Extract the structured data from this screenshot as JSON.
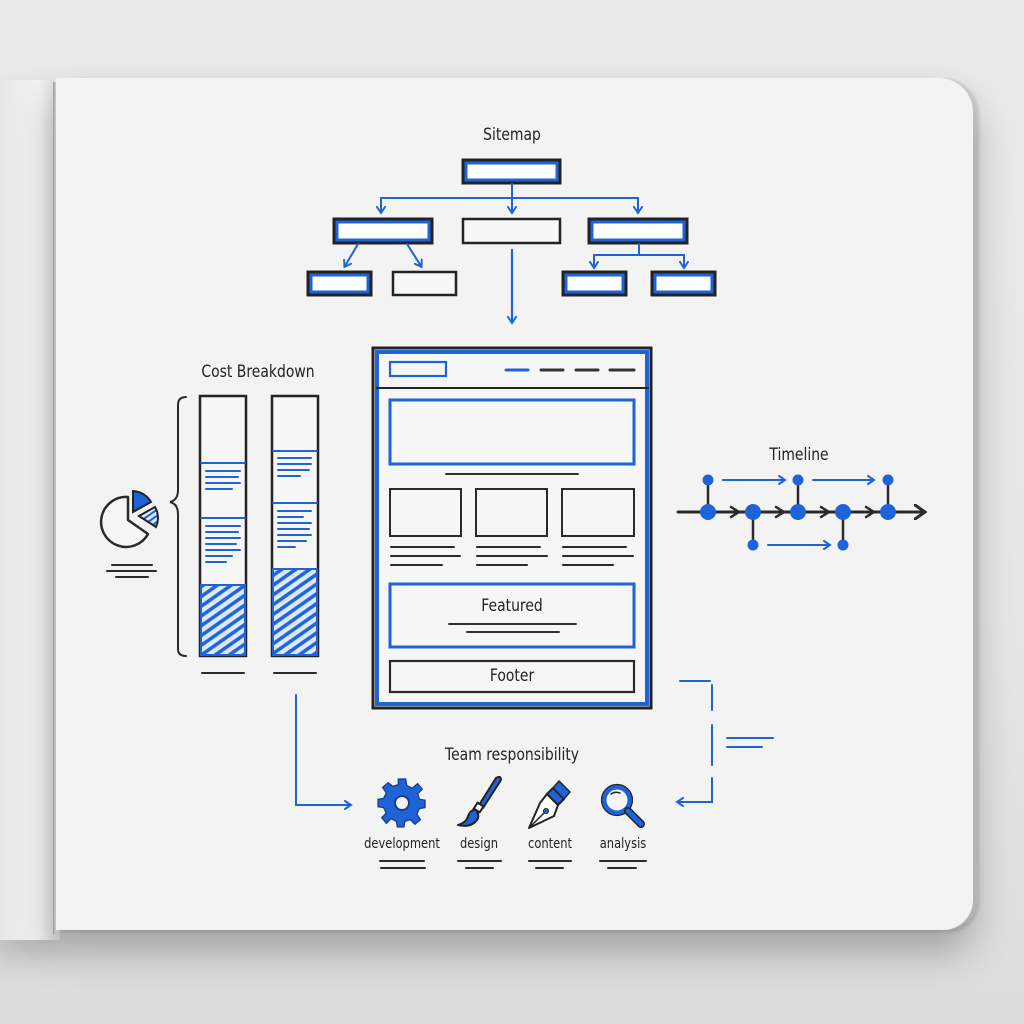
{
  "colors": {
    "blue": "#1f63d8",
    "ink": "#242424",
    "paper": "#f3f3f3"
  },
  "sitemap": {
    "title": "Sitemap"
  },
  "cost": {
    "title": "Cost Breakdown",
    "icon": "pie-chart-icon"
  },
  "wireframe": {
    "featured": "Featured",
    "footer": "Footer"
  },
  "timeline": {
    "title": "Timeline"
  },
  "team": {
    "title": "Team responsibility",
    "roles": [
      {
        "label": "development",
        "icon": "gear-icon"
      },
      {
        "label": "design",
        "icon": "paintbrush-icon"
      },
      {
        "label": "content",
        "icon": "pen-nib-icon"
      },
      {
        "label": "analysis",
        "icon": "magnifier-icon"
      }
    ]
  }
}
